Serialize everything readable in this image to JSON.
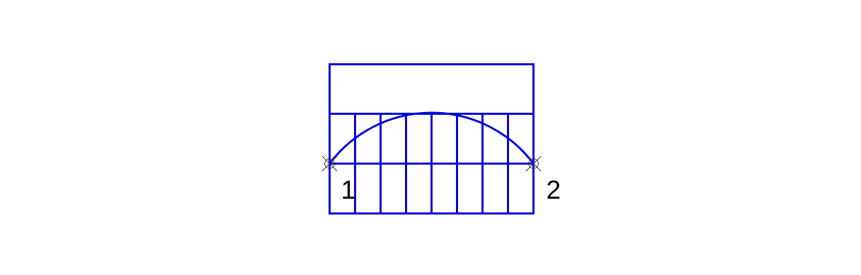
{
  "diagram": {
    "stroke_color": "#0000e0",
    "marker_color": "#333333",
    "label_color": "#000000",
    "nodes": [
      {
        "id": "node-1",
        "label": "1"
      },
      {
        "id": "node-2",
        "label": "2"
      }
    ]
  }
}
